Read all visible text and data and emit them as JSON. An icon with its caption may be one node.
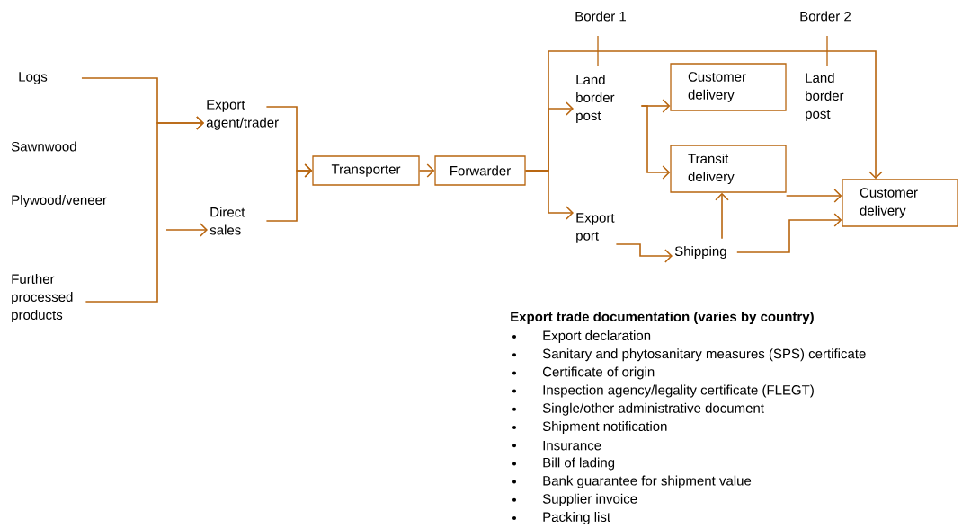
{
  "diagram": {
    "nodes": [
      {
        "text": [
          "Logs"
        ]
      },
      {
        "text": [
          "Sawnwood"
        ]
      },
      {
        "text": [
          "Plywood/veneer"
        ]
      },
      {
        "text": [
          "Further processed products"
        ]
      },
      {
        "text": [
          "Export agent/trader"
        ]
      },
      {
        "text": [
          "Direct sales"
        ]
      },
      {
        "text": [
          "Transporter"
        ]
      },
      {
        "text": [
          "Forwarder"
        ]
      },
      {
        "text": [
          "Land border post"
        ]
      },
      {
        "text": [
          "Export port"
        ]
      },
      {
        "text": [
          "Customer delivery"
        ]
      },
      {
        "text": [
          "Transit delivery"
        ]
      },
      {
        "text": [
          "Land border post"
        ]
      },
      {
        "text": [
          "Shipping"
        ]
      },
      {
        "text": [
          "Customer delivery"
        ]
      }
    ],
    "edges": [
      {
        "from": 0,
        "to": 4,
        "arrow": "to"
      },
      {
        "from": 3,
        "to": 4,
        "arrow": "to"
      },
      {
        "from": null,
        "to": 5,
        "arrow": "to"
      },
      {
        "from": 4,
        "to": 6,
        "arrow": "to"
      },
      {
        "from": 5,
        "to": 6,
        "arrow": "to"
      },
      {
        "from": 6,
        "to": 7,
        "arrow": "to"
      },
      {
        "from": 7,
        "to": 8,
        "arrow": "to"
      },
      {
        "from": 7,
        "to": 9,
        "arrow": "to"
      },
      {
        "from": 7,
        "to": 14,
        "arrow": "to"
      },
      {
        "from": 8,
        "to": 10,
        "arrow": "to"
      },
      {
        "from": 8,
        "to": 11,
        "arrow": "to"
      },
      {
        "from": 11,
        "to": 14,
        "arrow": "to"
      },
      {
        "from": 9,
        "to": 13,
        "arrow": "to"
      },
      {
        "from": 13,
        "to": 11,
        "arrow": "to"
      },
      {
        "from": 13,
        "to": 14,
        "arrow": "to"
      }
    ],
    "labels": [
      "Border 1",
      "Border 2",
      "Export trade documentation (varies by country)",
      "Export declaration",
      "Sanitary and phytosanitary measures (SPS) certificate",
      "Certificate of origin",
      "Inspection agency/legality certificate (FLEGT)",
      "Single/other administrative document",
      "Shipment notification",
      "Insurance",
      "Bill of lading",
      "Bank guarantee for shipment value",
      "Supplier invoice",
      "Packing list"
    ]
  }
}
